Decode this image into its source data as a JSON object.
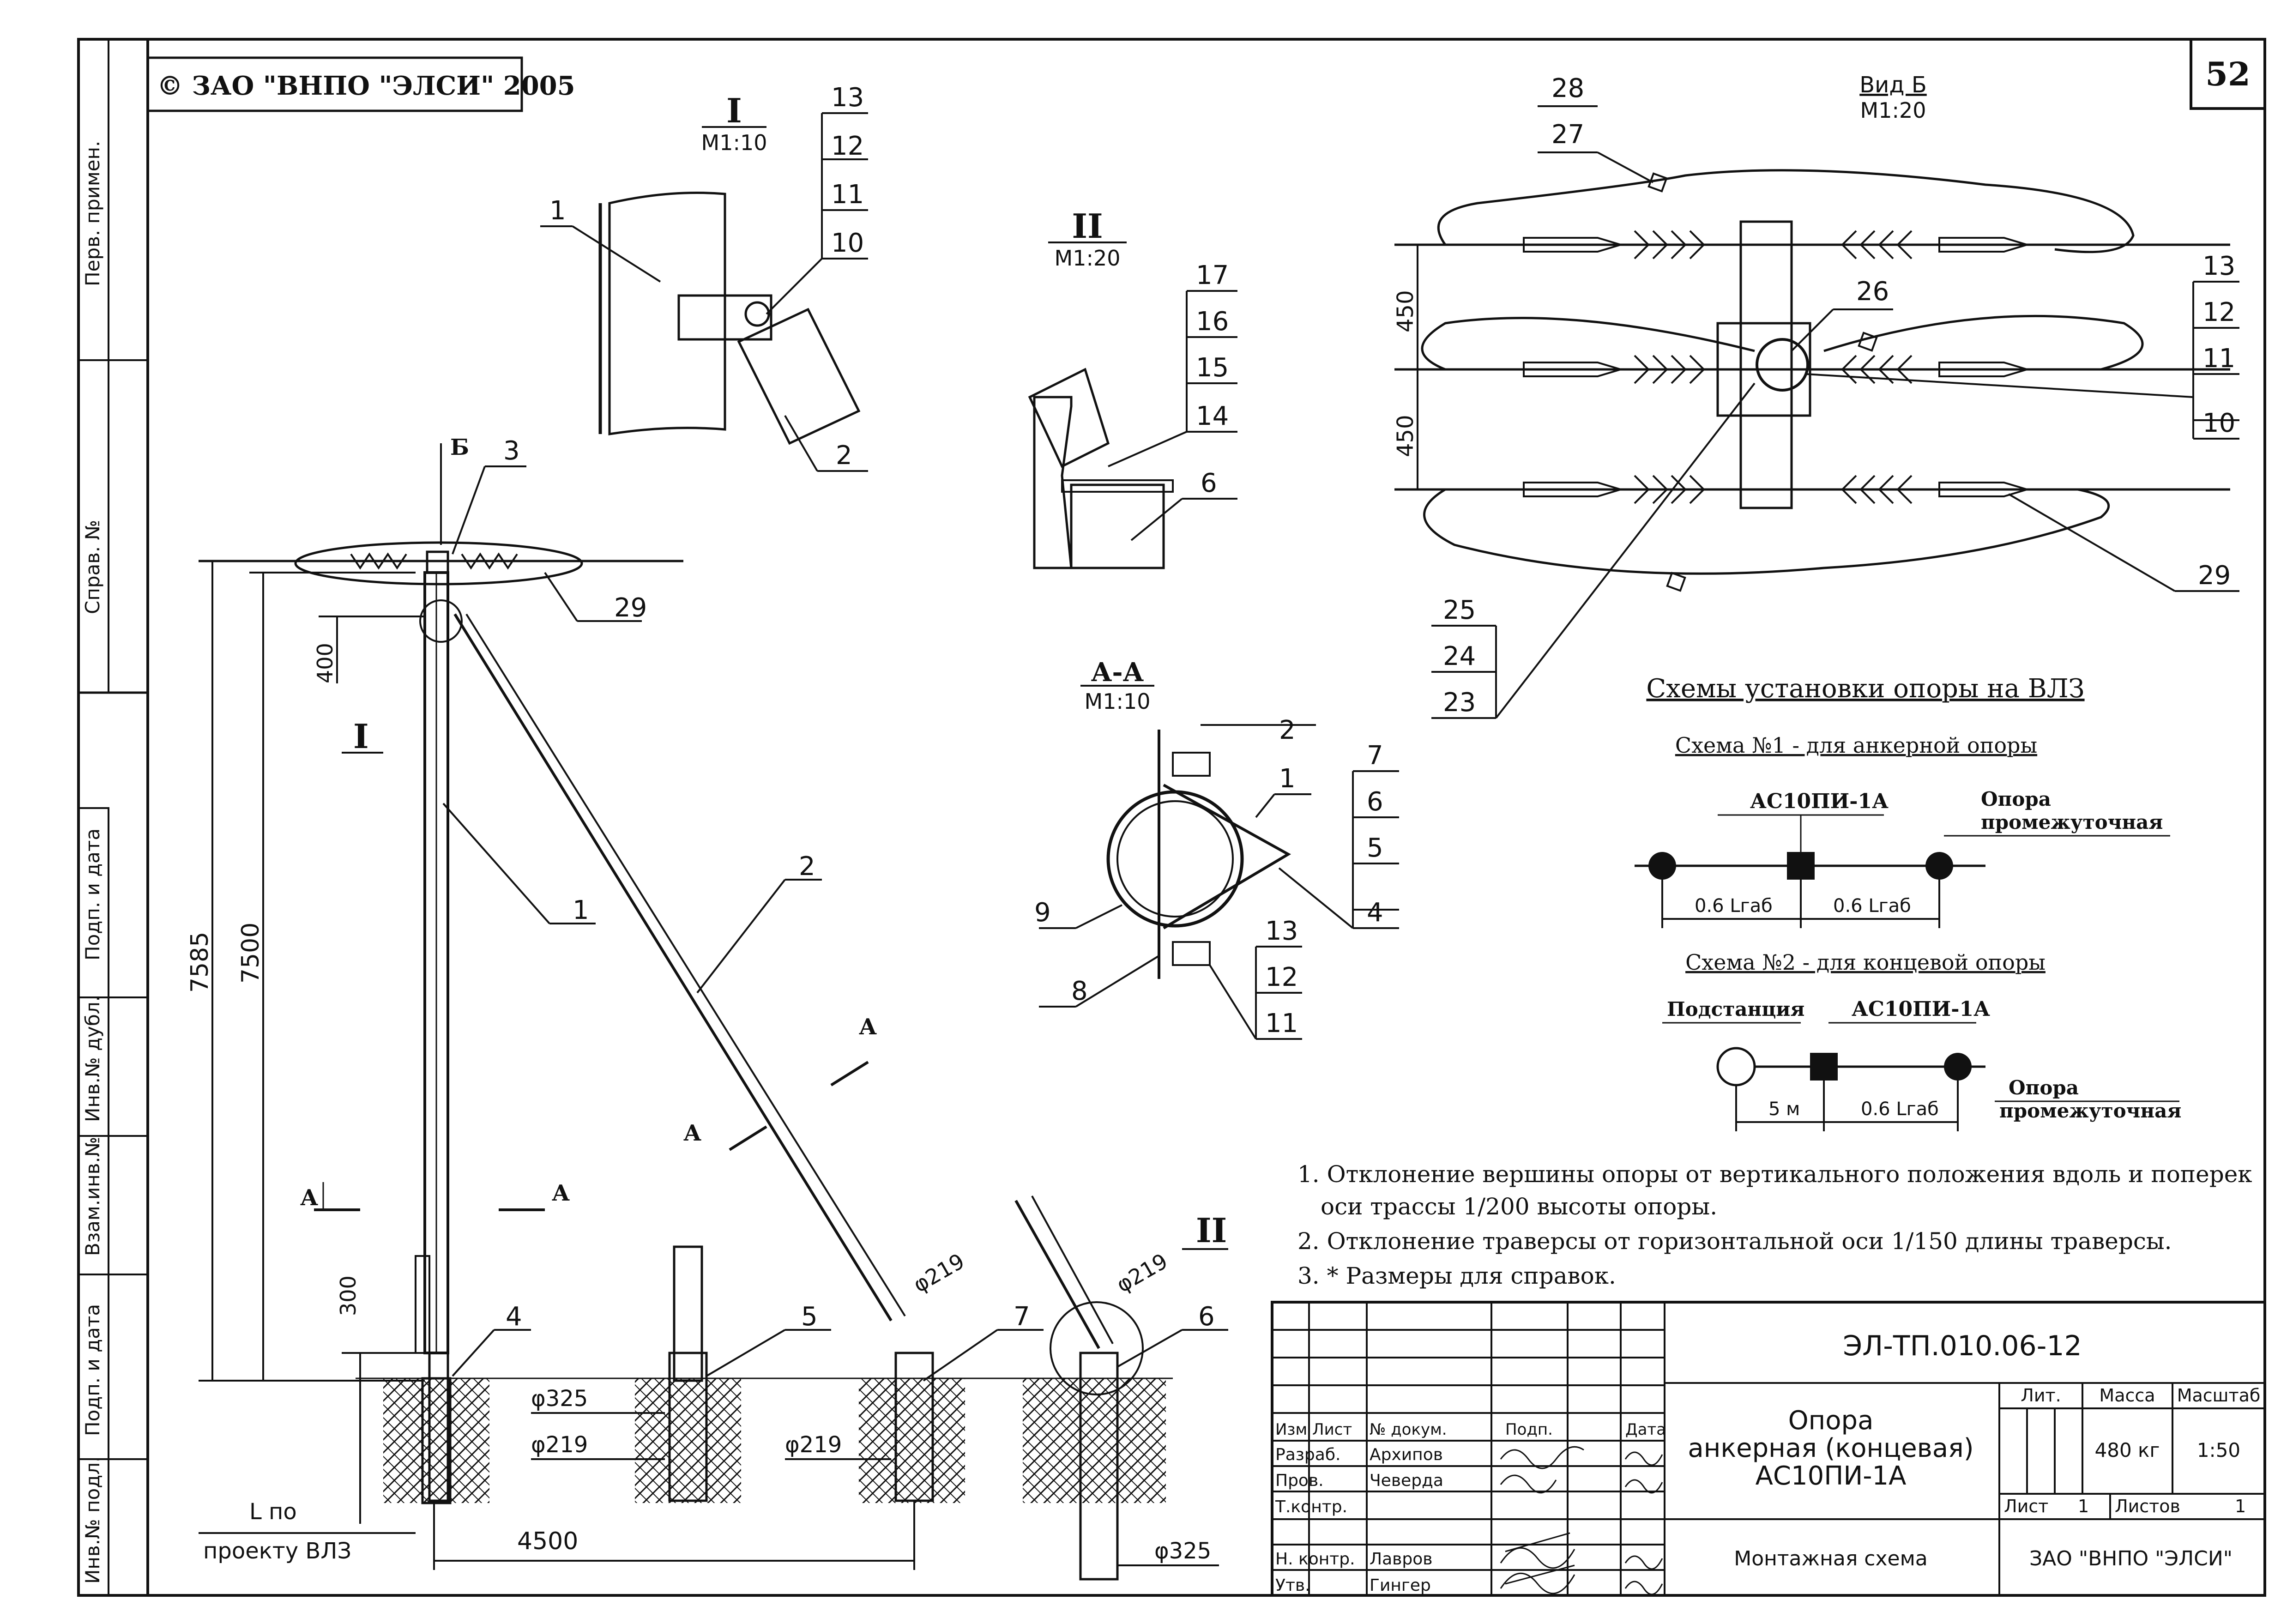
{
  "copyright": "© ЗАО \"ВНПО \"ЭЛСИ\" 2005",
  "sheet_no": "52",
  "side_stamp": [
    "Перв. примен.",
    "Справ. №",
    "Подп. и дата",
    "Инв.№ дубл.",
    "Взам.инв.№",
    "Подп. и дата",
    "Инв.№ подл."
  ],
  "views": {
    "view_I": {
      "title": "I",
      "scale": "М1:10"
    },
    "view_II": {
      "title": "II",
      "scale": "М1:20"
    },
    "view_B": {
      "title": "Вид Б",
      "scale": "М1:20"
    },
    "section_AA": {
      "title": "А-А",
      "scale": "М1:10"
    }
  },
  "main_view": {
    "dim_7585": "7585",
    "dim_7500": "7500",
    "dim_400": "400",
    "dim_300": "300",
    "dim_4500": "4500",
    "dim_325a": "φ325",
    "dim_219a": "φ219",
    "dim_219b": "φ219",
    "dim_219c": "φ219",
    "dim_219d": "φ219",
    "dim_325b": "φ325",
    "l_note_1": "L по",
    "l_note_2": "проекту ВЛЗ",
    "mark_A": "А",
    "mark_B": "Б",
    "mark_I": "I",
    "mark_II": "II"
  },
  "callouts": {
    "n1": "1",
    "n2": "2",
    "n3": "3",
    "n4": "4",
    "n5": "5",
    "n6": "6",
    "n7": "7",
    "n8": "8",
    "n9": "9",
    "n10": "10",
    "n11": "11",
    "n12": "12",
    "n13": "13",
    "n14": "14",
    "n15": "15",
    "n16": "16",
    "n17": "17",
    "n23": "23",
    "n24": "24",
    "n25": "25",
    "n26": "26",
    "n27": "27",
    "n28": "28",
    "n29": "29"
  },
  "view_B_dims": {
    "d1": "450",
    "d2": "450"
  },
  "schemes": {
    "title": "Схемы установки опоры на ВЛЗ",
    "s1_title": "Схема №1 - для анкерной опоры",
    "s1_support": "АС10ПИ-1А",
    "s1_right_1": "Опора",
    "s1_right_2": "промежуточная",
    "s1_dim_l": "0.6 Lгаб",
    "s1_dim_r": "0.6 Lгаб",
    "s2_title": "Схема №2 - для концевой опоры",
    "s2_left": "Подстанция",
    "s2_support": "АС10ПИ-1А",
    "s2_right_1": "Опора",
    "s2_right_2": "промежуточная",
    "s2_dim_l": "5 м",
    "s2_dim_r": "0.6 Lгаб"
  },
  "notes": [
    "1. Отклонение вершины опоры от вертикального положения вдоль и поперек",
    "оси трассы 1/200 высоты опоры.",
    "2. Отклонение траверсы от горизонтальной оси 1/150 длины траверсы.",
    "3. * Размеры для справок."
  ],
  "title_block": {
    "doc_code": "ЭЛ-ТП.010.06-12",
    "name_1": "Опора",
    "name_2": "анкерная (концевая)",
    "name_3": "АС10ПИ-1А",
    "doc_type": "Монтажная схема",
    "org": "ЗАО \"ВНПО \"ЭЛСИ\"",
    "col_headers": [
      "Изм",
      "Лист",
      "№ докум.",
      "Подп.",
      "Дата"
    ],
    "roles": [
      "Разраб.",
      "Пров.",
      "Т.контр.",
      "",
      "Н. контр.",
      "Утв."
    ],
    "names": [
      "Архипов",
      "Чеверда",
      "",
      "",
      "Лавров",
      "Гингер"
    ],
    "lit_label": "Лит.",
    "mass_label": "Масса",
    "scale_label": "Масштаб",
    "mass": "480 кг",
    "scale": "1:50",
    "sheet_label": "Лист",
    "sheet": "1",
    "sheets_label": "Листов",
    "sheets": "1"
  }
}
